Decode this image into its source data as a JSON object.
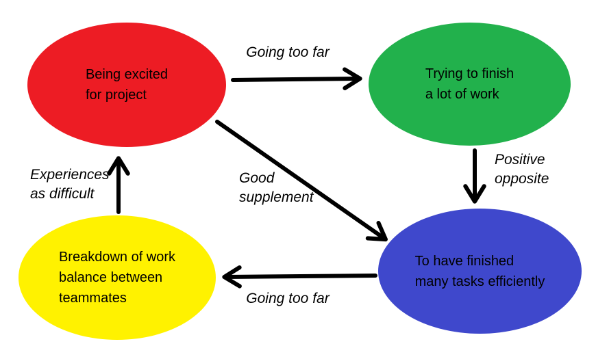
{
  "diagram": {
    "background_color": "#ffffff",
    "text_color": "#000000",
    "arrow_color": "#000000",
    "nodes": [
      {
        "id": "being-excited",
        "label": "Being excited\nfor project",
        "color": "#ed1c24",
        "color_name": "red",
        "position": "top-left"
      },
      {
        "id": "trying-finish",
        "label": "Trying to finish\na lot of work",
        "color": "#22b14c",
        "color_name": "green",
        "position": "top-right"
      },
      {
        "id": "finished-tasks",
        "label": "To have finished\nmany tasks efficiently",
        "color": "#3f48cc",
        "color_name": "blue",
        "position": "bottom-right"
      },
      {
        "id": "breakdown",
        "label": "Breakdown of work\nbalance between\nteammates",
        "color": "#fff200",
        "color_name": "yellow",
        "position": "bottom-left"
      }
    ],
    "edges": [
      {
        "from": "being-excited",
        "to": "trying-finish",
        "label": "Going too far",
        "direction": "right"
      },
      {
        "from": "trying-finish",
        "to": "finished-tasks",
        "label": "Positive\nopposite",
        "direction": "down"
      },
      {
        "from": "being-excited",
        "to": "finished-tasks",
        "label": "Good\nsupplement",
        "direction": "down-right"
      },
      {
        "from": "finished-tasks",
        "to": "breakdown",
        "label": "Going too far",
        "direction": "left"
      },
      {
        "from": "breakdown",
        "to": "being-excited",
        "label": "Experiences\nas difficult",
        "direction": "up"
      }
    ]
  }
}
